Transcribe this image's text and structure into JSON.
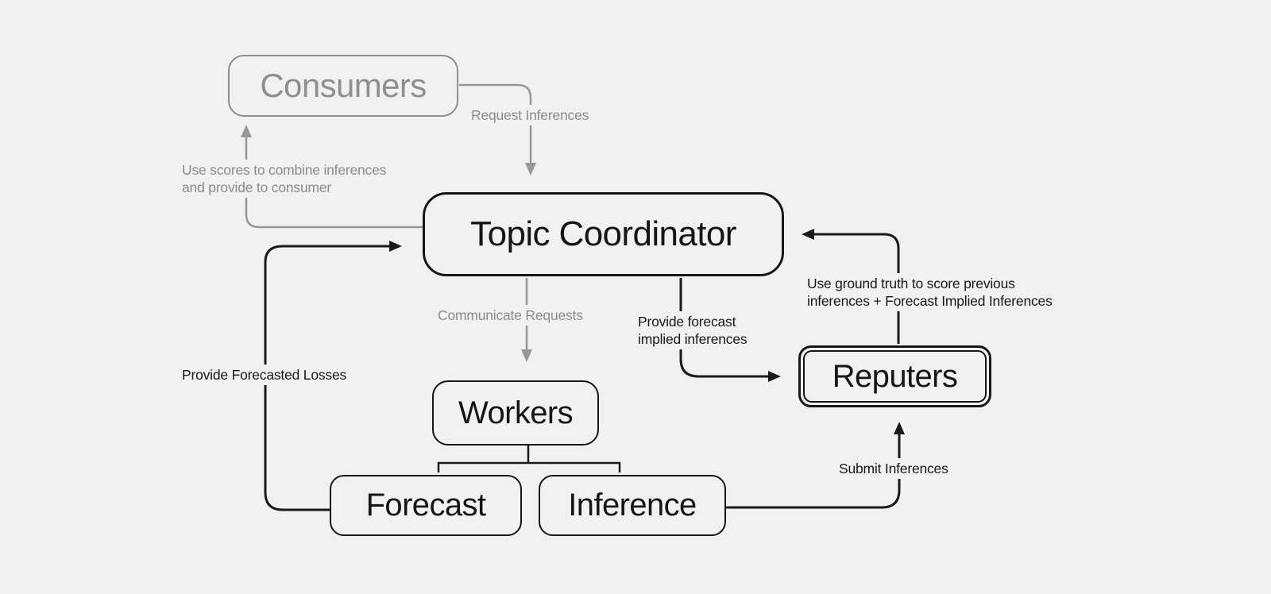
{
  "diagram": {
    "background": "#f1f1f1",
    "colors": {
      "primary_line": "#1a1a1a",
      "secondary_line": "#97979a",
      "secondary_text": "#8b8b8f",
      "primary_text": "#161616"
    },
    "nodes": {
      "consumers": {
        "label": "Consumers",
        "style": "gray-rounded"
      },
      "topic_coordinator": {
        "label": "Topic Coordinator",
        "style": "black-rounded-bold"
      },
      "workers": {
        "label": "Workers",
        "style": "black-rounded"
      },
      "forecast": {
        "label": "Forecast",
        "style": "black-rounded"
      },
      "inference": {
        "label": "Inference",
        "style": "black-rounded"
      },
      "reputers": {
        "label": "Reputers",
        "style": "black-double-border"
      }
    },
    "edges": {
      "request_inferences": {
        "label": "Request Inferences",
        "from": "consumers",
        "to": "topic_coordinator",
        "color": "gray"
      },
      "use_scores": {
        "label": "Use scores to combine inferences\nand provide to consumer",
        "from": "topic_coordinator",
        "to": "consumers",
        "color": "gray"
      },
      "communicate_requests": {
        "label": "Communicate Requests",
        "from": "topic_coordinator",
        "to": "workers",
        "color": "gray"
      },
      "provide_forecasted_losses": {
        "label": "Provide Forecasted Losses",
        "from": "forecast",
        "to": "topic_coordinator",
        "color": "black"
      },
      "provide_forecast_implied": {
        "label": "Provide forecast\nimplied inferences",
        "from": "topic_coordinator",
        "to": "reputers",
        "color": "black"
      },
      "use_ground_truth": {
        "label": "Use ground truth to score previous\ninferences + Forecast Implied Inferences",
        "from": "reputers",
        "to": "topic_coordinator",
        "color": "black"
      },
      "submit_inferences": {
        "label": "Submit Inferences",
        "from": "inference",
        "to": "reputers",
        "color": "black"
      },
      "workers_split": {
        "label": "",
        "from": "workers",
        "to": "forecast+inference",
        "color": "black"
      }
    }
  }
}
